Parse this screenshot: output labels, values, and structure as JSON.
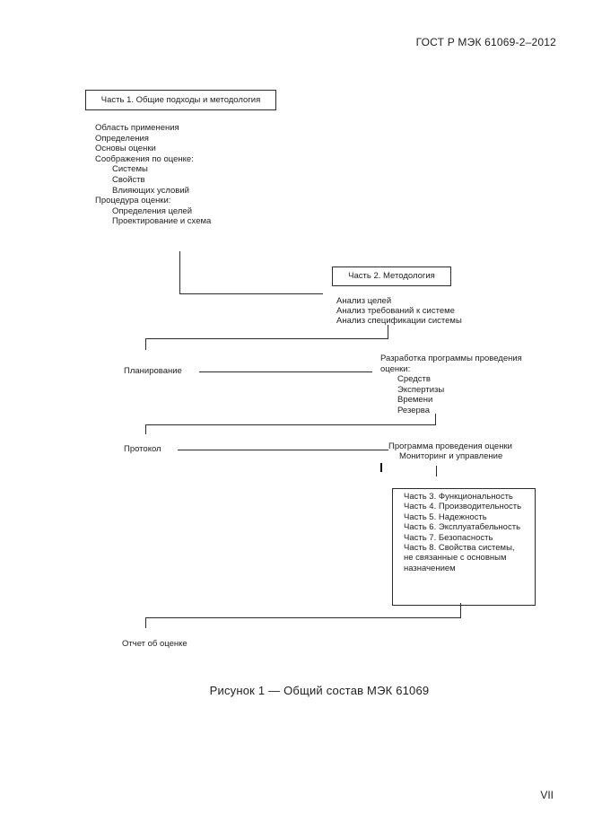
{
  "header": {
    "text": "ГОСТ Р МЭК 61069-2–2012"
  },
  "part1": {
    "box_label": "Часть 1. Общие подходы и методология",
    "items": [
      "Область применения",
      "Определения",
      "Основы оценки",
      "Соображения по оценке:",
      "Системы",
      "Свойств",
      "Влияющих условий",
      "Процедура оценки:",
      "Определения целей",
      "Проектирование и схема"
    ]
  },
  "part2": {
    "box_label": "Часть 2. Методология",
    "items": [
      "Анализ целей",
      "Анализ требований к системе",
      "Анализ спецификации системы"
    ]
  },
  "planning": {
    "label": "Планирование"
  },
  "program_development": {
    "line1": "Разработка программы проведения",
    "line2": "оценки:",
    "items": [
      "Средств",
      "Экспертизы",
      "Времени",
      "Резерва"
    ]
  },
  "protocol": {
    "label": "Протокол"
  },
  "evaluation_program": {
    "line1": "Программа проведения оценки",
    "line2": "Мониторинг и управление"
  },
  "parts_box": {
    "lines": [
      "Часть 3. Функциональность",
      "Часть 4. Производительность",
      "Часть 5. Надежность",
      "Часть 6. Эксплуатабельность",
      "Часть 7. Безопасность",
      "Часть 8. Свойства системы,",
      "не связанные с основным",
      "назначением"
    ]
  },
  "report": {
    "label": "Отчет об оценке"
  },
  "caption": {
    "text": "Рисунок 1 — Общий состав МЭК 61069"
  },
  "footer": {
    "page_number": "VII"
  }
}
